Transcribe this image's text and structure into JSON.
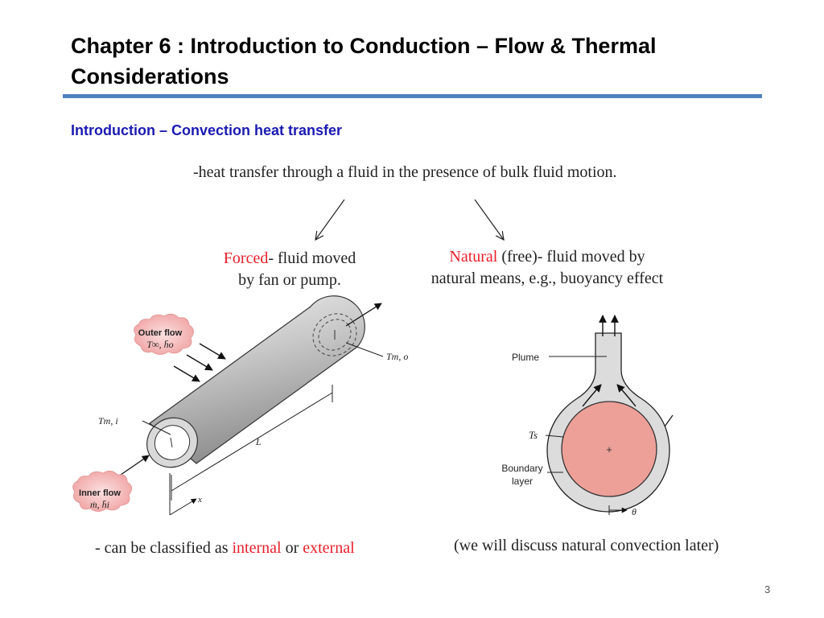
{
  "slide": {
    "title": "Chapter 6  : Introduction to Conduction – Flow & Thermal Considerations",
    "subtitle": "Introduction – Convection heat transfer",
    "page_number": "3",
    "accent_color": "#4f81bd",
    "subtitle_color": "#1a1ab2",
    "highlight_color": "#e8202a"
  },
  "definition": "-heat transfer through a fluid in the presence of bulk fluid motion.",
  "forced": {
    "term": "Forced",
    "line1_rest": "- fluid moved",
    "line2": "by fan or pump."
  },
  "natural": {
    "term": "Natural",
    "line1_rest": " (free)- fluid moved by",
    "line2": "natural means, e.g., buoyancy effect"
  },
  "classification": {
    "prefix": "- can be classified as ",
    "internal": "internal",
    "middle": " or ",
    "external": "external"
  },
  "later_note": "(we will discuss natural convection later)",
  "pipe_figure": {
    "outer_flow_label": "Outer flow",
    "outer_flow_symbols": "T∞, h̄o",
    "inner_flow_label": "Inner flow",
    "inner_flow_symbols": "ṁ, h̄i",
    "t_mi": "Tm, i",
    "t_mo": "Tm, o",
    "length": "L",
    "x_axis": "x"
  },
  "cylinder_figure": {
    "plume_label": "Plume",
    "surface_temp": "Ts",
    "boundary_layer_line1": "Boundary",
    "boundary_layer_line2": "layer",
    "angle": "θ",
    "center_mark": "+"
  }
}
